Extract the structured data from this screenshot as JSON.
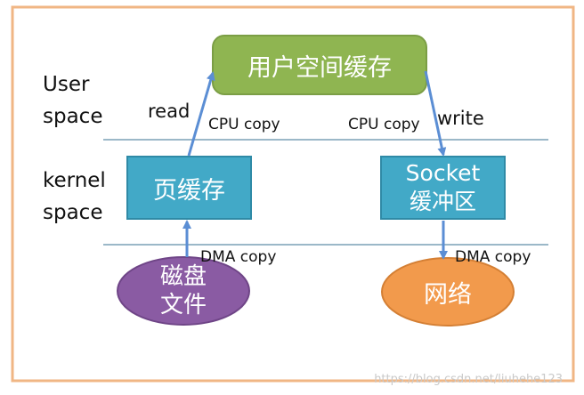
{
  "zones": {
    "user_space": [
      "User",
      "space"
    ],
    "kernel_space": [
      "kernel",
      "space"
    ]
  },
  "nodes": {
    "user_buffer": {
      "label": "用户空间缓存"
    },
    "page_cache": {
      "label": "页缓存"
    },
    "socket_buffer": {
      "lines": [
        "Socket",
        "缓冲区"
      ]
    },
    "disk_file": {
      "lines": [
        "磁盘",
        "文件"
      ]
    },
    "network": {
      "label": "网络"
    }
  },
  "operations": {
    "read": "read",
    "write": "write"
  },
  "copies": {
    "cpu_copy_left": "CPU copy",
    "cpu_copy_right": "CPU copy",
    "dma_copy_left": "DMA copy",
    "dma_copy_right": "DMA copy"
  },
  "watermark": "https://blog.csdn.net/liuhehe123",
  "colors": {
    "frame": "#f0b684",
    "divider": "#5f8ea8",
    "arrow": "#5b8ed4",
    "user_buffer_fill": "#8fb551",
    "user_buffer_stroke": "#7b9e45",
    "kernel_box_fill": "#42a9c7",
    "kernel_box_stroke": "#2f8aa6",
    "disk_fill": "#8a5ba3",
    "disk_stroke": "#6f4587",
    "network_fill": "#f29a4c",
    "network_stroke": "#d47f34"
  }
}
